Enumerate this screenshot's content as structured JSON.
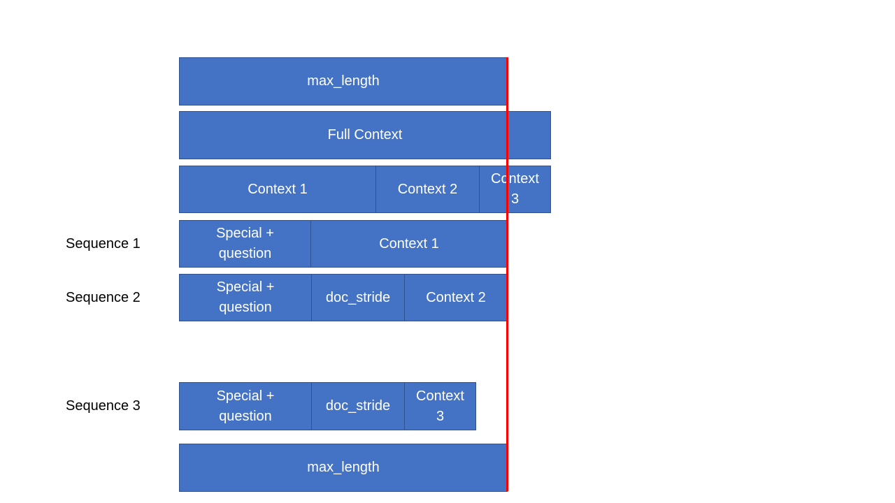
{
  "colors": {
    "box_fill": "#4472c4",
    "box_border": "#2f528f",
    "box_text": "#ffffff",
    "limit_line": "#ff0000",
    "label_text": "#000000"
  },
  "rows": {
    "max_length_top": {
      "label": "max_length"
    },
    "full_context": {
      "label": "Full Context"
    },
    "contexts": {
      "c1": "Context 1",
      "c2": "Context 2",
      "c3": "Context\n3"
    },
    "sequence_1": {
      "label": "Sequence 1",
      "special": "Special +\nquestion",
      "context": "Context 1"
    },
    "sequence_2": {
      "label": "Sequence 2",
      "special": "Special +\nquestion",
      "stride": "doc_stride",
      "context": "Context 2"
    },
    "sequence_3": {
      "label": "Sequence 3",
      "special": "Special +\nquestion",
      "stride": "doc_stride",
      "context": "Context\n3"
    },
    "max_length_bottom": {
      "label": "max_length"
    }
  }
}
